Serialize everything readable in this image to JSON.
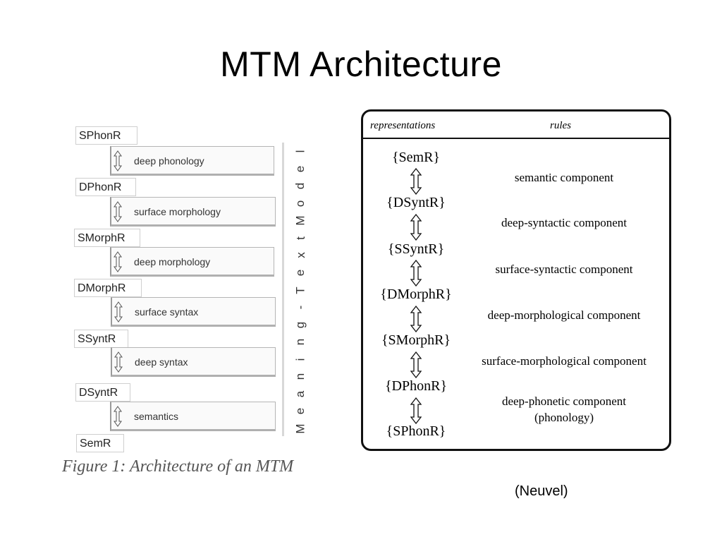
{
  "slide": {
    "title": "MTM Architecture",
    "source": "(Neuvel)"
  },
  "left_figure": {
    "representations": [
      "SPhonR",
      "DPhonR",
      "SMorphR",
      "DMorphR",
      "SSyntR",
      "DSyntR",
      "SemR"
    ],
    "rules": [
      "deep phonology",
      "surface morphology",
      "deep morphology",
      "surface syntax",
      "deep syntax",
      "semantics"
    ],
    "vertical_label": "Meaning-Text Model",
    "caption": "Figure 1: Architecture of an MTM"
  },
  "right_table": {
    "header_left": "representations",
    "header_right": "rules",
    "levels": [
      "{SemR}",
      "{DSyntR}",
      "{SSyntR}",
      "{DMorphR}",
      "{SMorphR}",
      "{DPhonR}",
      "{SPhonR}"
    ],
    "components": [
      "semantic component",
      "deep-syntactic component",
      "surface-syntactic component",
      "deep-morphological component",
      "surface-morphological component",
      "deep-phonetic component",
      "(phonology)"
    ]
  }
}
